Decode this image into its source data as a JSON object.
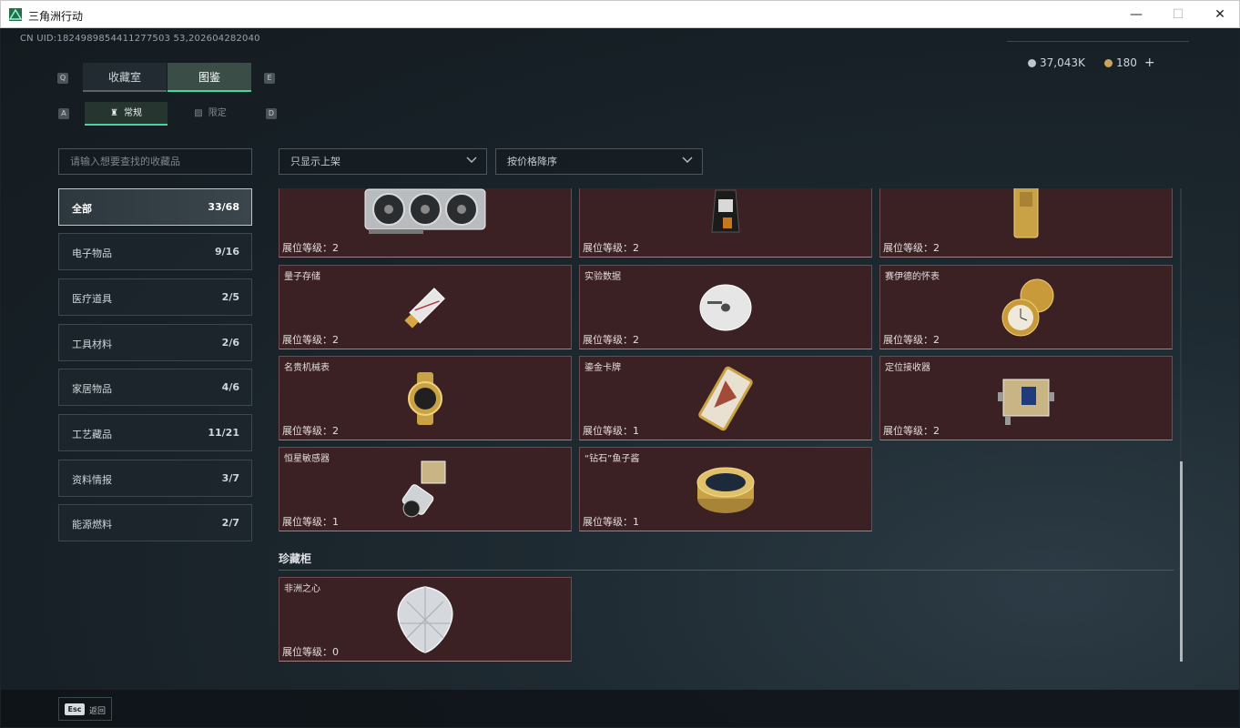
{
  "window": {
    "title": "三角洲行动",
    "minimize": "—",
    "maximize": "☐",
    "close": "✕"
  },
  "header": {
    "uid": "CN UID:1824989854411277503 53,202604282040",
    "currency": [
      {
        "value": "37,043K",
        "icon": "silver-coin-icon"
      },
      {
        "value": "180",
        "icon": "gold-coin-icon"
      }
    ],
    "plus": "+"
  },
  "keys": {
    "q": "Q",
    "e": "E",
    "a": "A",
    "d": "D"
  },
  "tabs": [
    {
      "label": "收藏室",
      "active": false
    },
    {
      "label": "图鉴",
      "active": true
    }
  ],
  "subtabs": [
    {
      "label": "常规",
      "icon": "♜",
      "active": true
    },
    {
      "label": "限定",
      "icon": "▨",
      "active": false
    }
  ],
  "search": {
    "placeholder": "请输入想要查找的收藏品"
  },
  "filters": {
    "shelf": "只显示上架",
    "sort": "按价格降序"
  },
  "categories": [
    {
      "name": "全部",
      "count": "33/68",
      "active": true
    },
    {
      "name": "电子物品",
      "count": "9/16"
    },
    {
      "name": "医疗道具",
      "count": "2/5"
    },
    {
      "name": "工具材料",
      "count": "2/6"
    },
    {
      "name": "家居物品",
      "count": "4/6"
    },
    {
      "name": "工艺藏品",
      "count": "11/21"
    },
    {
      "name": "资料情报",
      "count": "3/7"
    },
    {
      "name": "能源燃料",
      "count": "2/7"
    }
  ],
  "items": [
    {
      "name": "",
      "level": "展位等级：2",
      "icon": "graphics-card-icon"
    },
    {
      "name": "",
      "level": "展位等级：2",
      "icon": "coffee-bag-icon"
    },
    {
      "name": "",
      "level": "展位等级：2",
      "icon": "gold-bar-icon"
    },
    {
      "name": "量子存储",
      "level": "展位等级：2",
      "icon": "usb-drive-icon"
    },
    {
      "name": "实验数据",
      "level": "展位等级：2",
      "icon": "disc-icon"
    },
    {
      "name": "赛伊德的怀表",
      "level": "展位等级：2",
      "icon": "pocket-watch-icon"
    },
    {
      "name": "名贵机械表",
      "level": "展位等级：2",
      "icon": "wristwatch-icon"
    },
    {
      "name": "鎏金卡牌",
      "level": "展位等级：1",
      "icon": "gilded-card-icon"
    },
    {
      "name": "定位接收器",
      "level": "展位等级：2",
      "icon": "gps-receiver-icon"
    },
    {
      "name": "恒星敏感器",
      "level": "展位等级：1",
      "icon": "star-sensor-icon"
    },
    {
      "name": "“钻石”鱼子酱",
      "level": "展位等级：1",
      "icon": "caviar-tin-icon"
    }
  ],
  "cabinet": {
    "title": "珍藏柜",
    "items": [
      {
        "name": "非洲之心",
        "level": "展位等级：0",
        "icon": "diamond-icon"
      }
    ]
  },
  "footer": {
    "key": "Esc",
    "label": "返回"
  }
}
